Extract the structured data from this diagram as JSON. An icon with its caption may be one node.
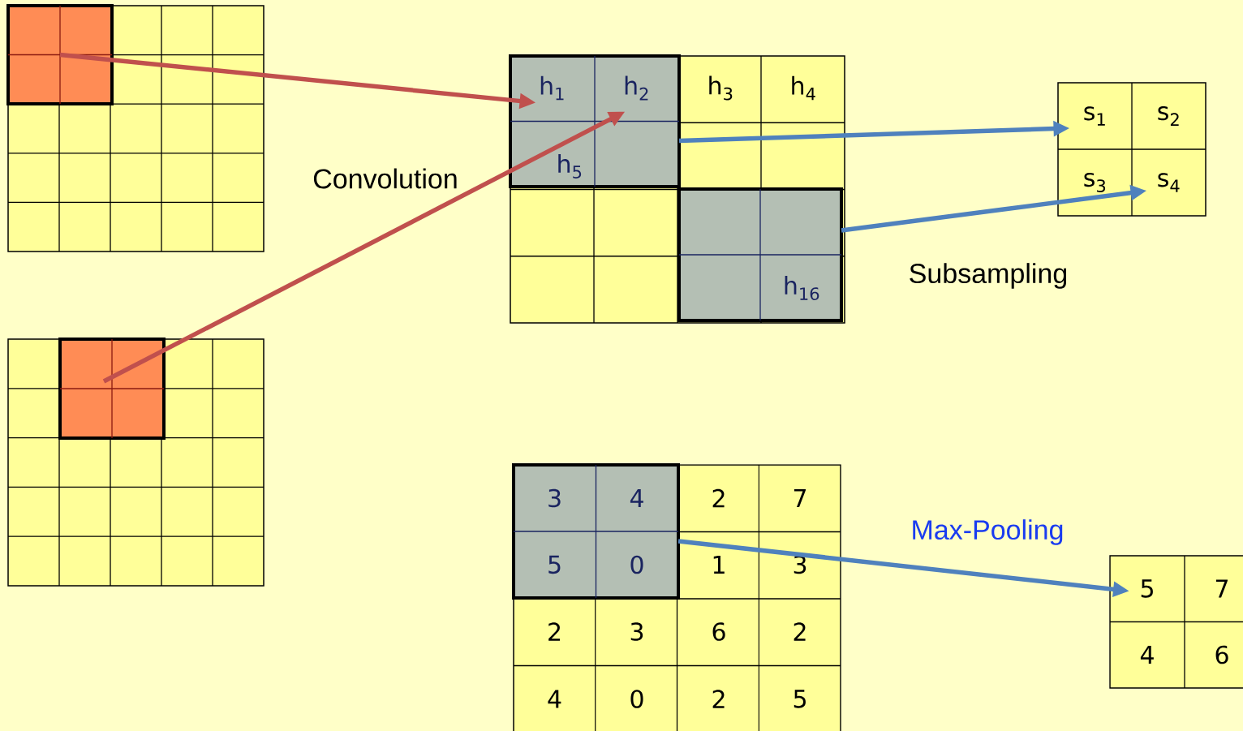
{
  "diagram": {
    "nodes": [
      {
        "text": [],
        "shape": "box"
      },
      {
        "text": [],
        "shape": "box",
        "in": 0
      },
      {
        "text": [],
        "shape": "box"
      },
      {
        "text": [],
        "shape": "box",
        "in": 2
      },
      {
        "text": [],
        "shape": "box"
      },
      {
        "text": [],
        "shape": "box",
        "in": 4
      },
      {
        "text": [
          "h$_{1}$"
        ],
        "in": 5
      },
      {
        "text": [
          "h$_{2}$"
        ],
        "in": 5
      },
      {
        "text": [
          "h$_{3}$"
        ],
        "in": 4
      },
      {
        "text": [
          "h$_{4}$"
        ],
        "in": 4
      },
      {
        "text": [
          "h$_{5}$"
        ],
        "in": 5
      },
      {
        "text": [],
        "shape": "box",
        "in": 4
      },
      {
        "text": [
          "h$_{16}$"
        ],
        "in": 11
      },
      {
        "text": [],
        "shape": "box"
      },
      {
        "text": [
          "s$_{1}$"
        ],
        "in": 13
      },
      {
        "text": [
          "s$_{2}$"
        ],
        "in": 13
      },
      {
        "text": [
          "s$_{3}$"
        ],
        "in": 13
      },
      {
        "text": [
          "s$_{4}$"
        ],
        "in": 13
      },
      {
        "text": [],
        "shape": "box"
      },
      {
        "text": [],
        "shape": "box",
        "in": 18
      },
      {
        "text": [
          "3"
        ],
        "in": 19
      },
      {
        "text": [
          "4"
        ],
        "in": 19
      },
      {
        "text": [
          "2"
        ],
        "in": 18
      },
      {
        "text": [
          "7"
        ],
        "in": 18
      },
      {
        "text": [
          "5"
        ],
        "in": 19
      },
      {
        "text": [
          "0"
        ],
        "in": 19
      },
      {
        "text": [
          "1"
        ],
        "in": 18
      },
      {
        "text": [
          "3"
        ],
        "in": 18
      },
      {
        "text": [
          "2"
        ],
        "in": 18
      },
      {
        "text": [
          "3"
        ],
        "in": 18
      },
      {
        "text": [
          "6"
        ],
        "in": 18
      },
      {
        "text": [
          "2"
        ],
        "in": 18
      },
      {
        "text": [
          "4"
        ],
        "in": 18
      },
      {
        "text": [
          "0"
        ],
        "in": 18
      },
      {
        "text": [
          "2"
        ],
        "in": 18
      },
      {
        "text": [
          "5"
        ],
        "in": 18
      },
      {
        "text": [],
        "shape": "box"
      },
      {
        "text": [
          "5"
        ],
        "in": 36
      },
      {
        "text": [
          "7"
        ],
        "in": 36
      },
      {
        "text": [
          "4"
        ],
        "in": 36
      },
      {
        "text": [
          "6"
        ],
        "in": 36
      }
    ],
    "edges": [
      {
        "from": 1,
        "to": 6,
        "arrow": "to",
        "color": "#c0504d"
      },
      {
        "from": 3,
        "to": 7,
        "arrow": "to",
        "color": "#c0504d"
      },
      {
        "from": 5,
        "to": 14,
        "arrow": "to"
      },
      {
        "from": 11,
        "to": 17,
        "arrow": "to"
      },
      {
        "from": 19,
        "to": 37,
        "arrow": "to"
      }
    ],
    "labels": [
      "Convolution",
      "Subsampling",
      "Max-Pooling"
    ]
  }
}
